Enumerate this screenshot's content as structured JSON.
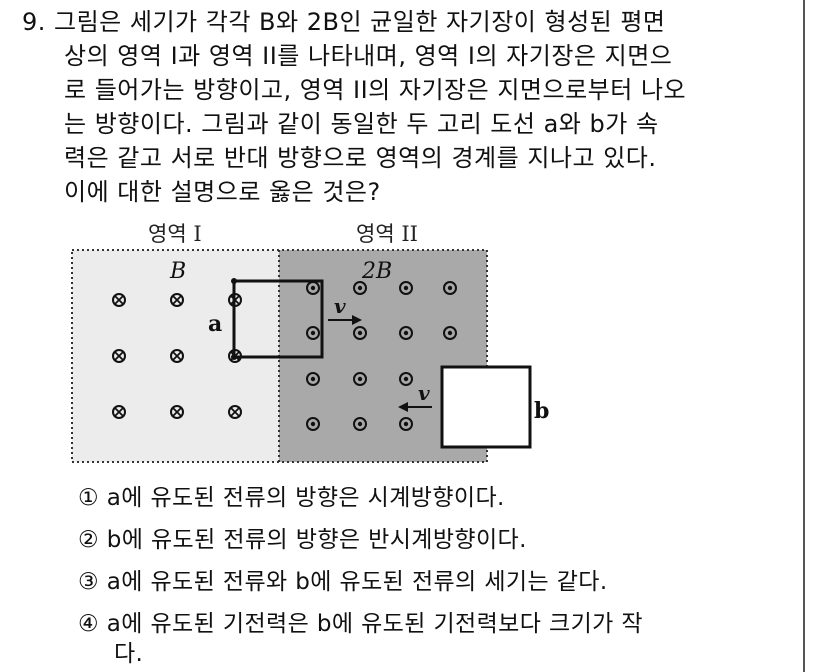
{
  "question": {
    "lines": [
      "9. 그림은 세기가 각각 B와 2B인 균일한 자기장이 형성된 평면",
      "상의 영역 I과 영역 II를 나타내며, 영역 I의 자기장은 지면으",
      "로 들어가는 방향이고, 영역 II의 자기장은 지면으로부터 나오",
      "는 방향이다. 그림과 같이 동일한 두 고리 도선 a와 b가 속",
      "력은 같고 서로 반대 방향으로 영역의 경계를 지나고 있다.",
      "이에 대한 설명으로 옳은 것은?"
    ]
  },
  "figure": {
    "region1_title": "영역 I",
    "region2_title": "영역 II",
    "field1_label": "B",
    "field2_label": "2B",
    "loop_a_label": "a",
    "loop_b_label": "b",
    "velocity_label": "v",
    "colors": {
      "region1_fill": "#ececec",
      "region2_fill": "#a9a9a9",
      "stroke": "#111111"
    }
  },
  "options": [
    "① a에 유도된 전류의 방향은 시계방향이다.",
    "② b에 유도된 전류의 방향은 반시계방향이다.",
    "③ a에 유도된 전류와 b에 유도된 전류의 세기는 같다.",
    "④ a에 유도된 기전력은 b에 유도된 기전력보다 크기가 작",
    "다."
  ]
}
